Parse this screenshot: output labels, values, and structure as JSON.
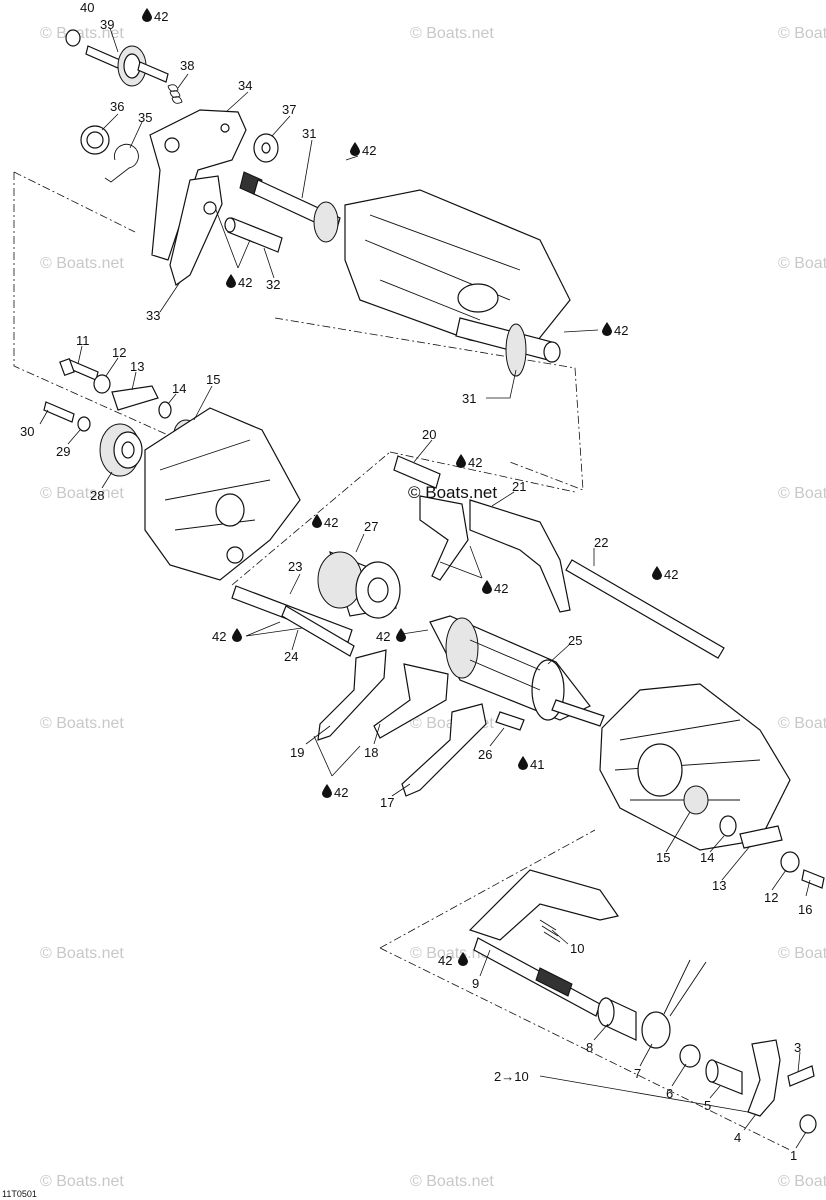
{
  "watermark": "© Boats.net",
  "drawing_code": "11T0501",
  "lubricant_42": "42",
  "lubricant_41": "41",
  "callout_2_10": "2→10",
  "parts": {
    "p1": "1",
    "p2": "2",
    "p3": "3",
    "p4": "4",
    "p5": "5",
    "p6": "6",
    "p7": "7",
    "p8": "8",
    "p9": "9",
    "p10": "10",
    "p11": "11",
    "p12": "12",
    "p13": "13",
    "p14": "14",
    "p15": "15",
    "p16": "16",
    "p17": "17",
    "p18": "18",
    "p19": "19",
    "p20": "20",
    "p21": "21",
    "p22": "22",
    "p23": "23",
    "p24": "24",
    "p25": "25",
    "p26": "26",
    "p27": "27",
    "p28": "28",
    "p29": "29",
    "p30": "30",
    "p31": "31",
    "p32": "32",
    "p33": "33",
    "p34": "34",
    "p35": "35",
    "p36": "36",
    "p37": "37",
    "p38": "38",
    "p39": "39",
    "p40": "40"
  }
}
